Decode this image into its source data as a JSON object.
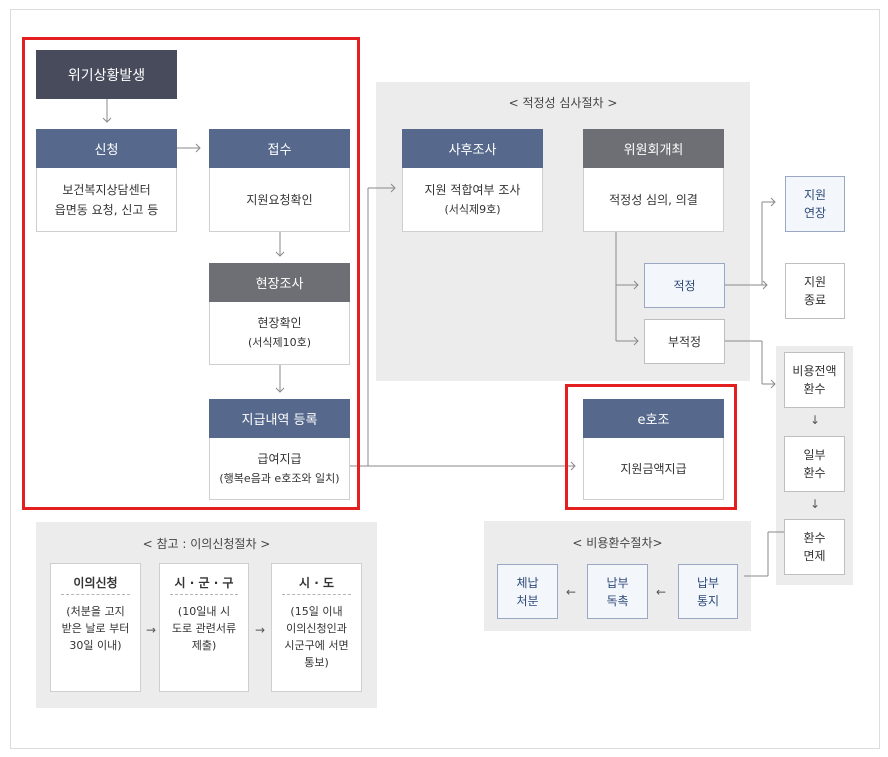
{
  "crisis": "위기상황발생",
  "apply": {
    "title": "신청",
    "lines": [
      "보건복지상담센터",
      "읍면동 요청, 신고 등"
    ]
  },
  "receipt": {
    "title": "접수",
    "lines": [
      "지원요청확인"
    ]
  },
  "field_survey": {
    "title": "현장조사",
    "lines": [
      "현장확인",
      "(서식제10호)"
    ]
  },
  "payment_reg": {
    "title": "지급내역 등록",
    "lines": [
      "급여지급",
      "(행복e음과 e호조와 일치)"
    ]
  },
  "review": {
    "title": "< 적정성 심사절차 >",
    "post_survey": {
      "title": "사후조사",
      "lines": [
        "지원 적합여부 조사",
        "(서식제9호)"
      ]
    },
    "committee": {
      "title": "위원회개최",
      "lines": [
        "적정성 심의, 의결"
      ]
    }
  },
  "appropriate": "적정",
  "inappropriate": "부적정",
  "support_extend": [
    "지원",
    "연장"
  ],
  "support_end": [
    "지원",
    "종료"
  ],
  "ehojo": {
    "title": "e호조",
    "lines": [
      "지원금액지급"
    ]
  },
  "refund_chain": [
    [
      "비용전액",
      "환수"
    ],
    [
      "일부",
      "환수"
    ],
    [
      "환수",
      "면제"
    ]
  ],
  "refund_process": {
    "title": "< 비용환수절차>",
    "steps": [
      [
        "체납",
        "처분"
      ],
      [
        "납부",
        "독촉"
      ],
      [
        "납부",
        "통지"
      ]
    ]
  },
  "reference": {
    "title": "< 참고 : 이의신청절차 >",
    "cards": [
      {
        "title": "이의신청",
        "lines": [
          "(처분을 고지",
          "받은 날로 부터",
          "30일 이내)"
        ]
      },
      {
        "title": "시 · 군 · 구",
        "lines": [
          "(10일내 시",
          "도로 관련서류",
          "제출)"
        ]
      },
      {
        "title": "시 · 도",
        "lines": [
          "(15일 이내",
          "이의신청인과",
          "시군구에 서면",
          "통보)"
        ]
      }
    ]
  },
  "colors": {
    "header_navy": "#56698c",
    "header_gray": "#6e6f74",
    "header_dark": "#484b5c",
    "highlight_red": "#e41f1f",
    "region_gray": "#ececec",
    "blue_text": "#2d4a7a"
  }
}
